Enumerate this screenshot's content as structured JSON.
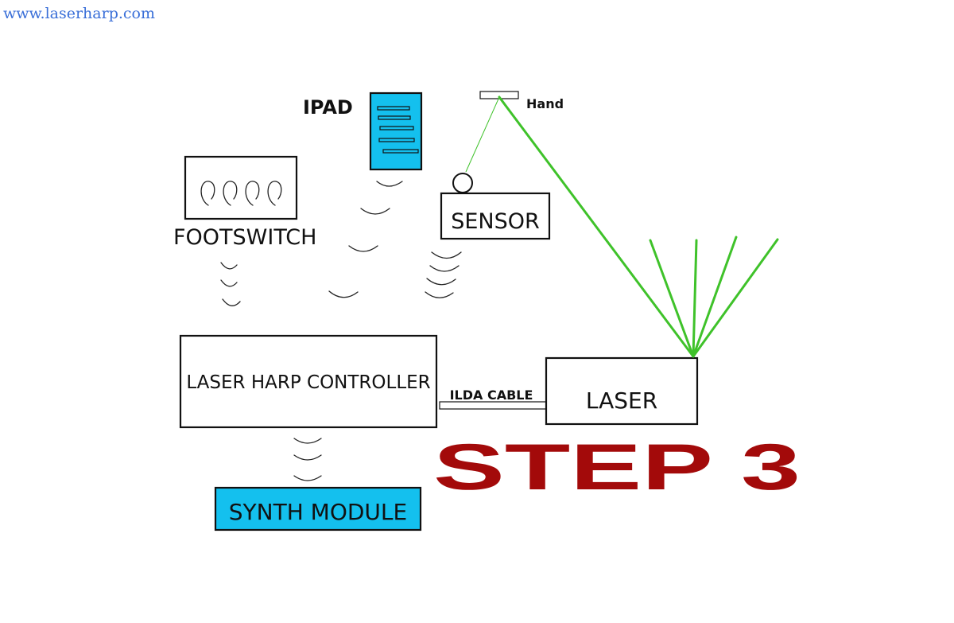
{
  "site": {
    "url": "www.laserharp.com"
  },
  "labels": {
    "ipad": "IPAD",
    "hand": "Hand",
    "footswitch": "FOOTSWITCH",
    "sensor": "SENSOR",
    "controller": "LASER HARP CONTROLLER",
    "ilda_cable": "ILDA CABLE",
    "laser": "LASER",
    "synth_module": "SYNTH MODULE",
    "step": "STEP 3"
  },
  "colors": {
    "accent_blue": "#14c0ee",
    "beam_green": "#3fc22a",
    "step_red": "#a30a0a",
    "link_blue": "#3a6fd8"
  }
}
